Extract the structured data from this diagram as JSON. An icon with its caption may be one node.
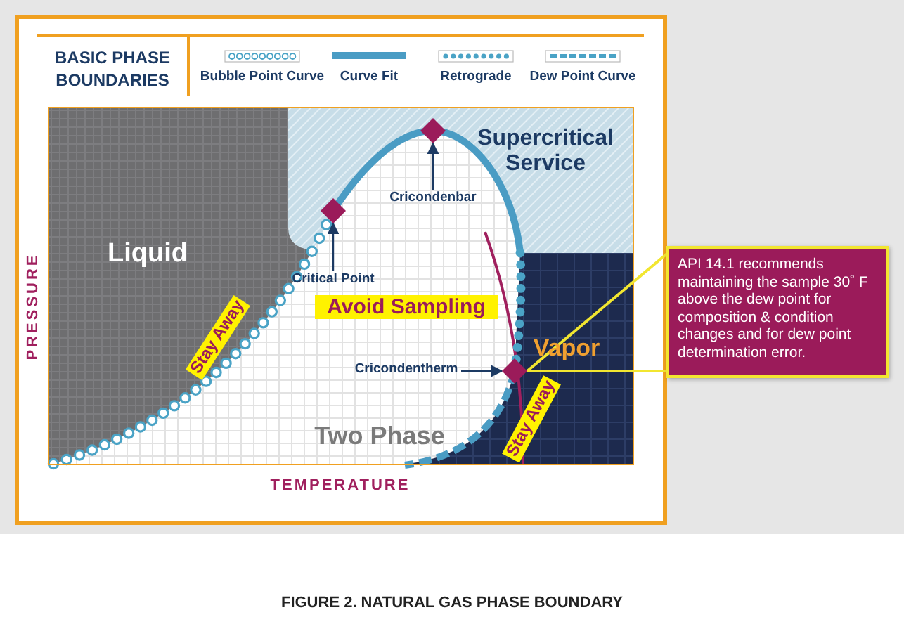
{
  "diagram": {
    "caption": "FIGURE 2. NATURAL GAS PHASE BOUNDARY",
    "nodes": [
      {
        "text": [
          "Critical Point"
        ]
      },
      {
        "text": [],
        "shape": "diamond"
      },
      {
        "text": [
          "Cricondenbar"
        ]
      },
      {
        "text": [],
        "shape": "diamond"
      },
      {
        "text": [
          "Cricondentherm"
        ]
      },
      {
        "text": [],
        "shape": "diamond"
      },
      {
        "text": [
          "API 14.1 recommends maintaining the sample 30˚ F above the dew point for composition & condition changes and for dew point determination error."
        ]
      }
    ],
    "edges": [
      {
        "from": 0,
        "to": 1,
        "arrow": "to"
      },
      {
        "from": 2,
        "to": 3,
        "arrow": "to"
      },
      {
        "from": 4,
        "to": 5,
        "arrow": "to"
      },
      {
        "from": 6,
        "to": 5,
        "arrow": "none",
        "color": "#f2e630"
      }
    ],
    "labels": [
      "BASIC PHASE BOUNDARIES",
      "Supercritical Service",
      "Liquid",
      "Avoid Sampling",
      "Vapor",
      "Stay Away",
      "Two Phase",
      "Stay Away",
      "PRESSURE",
      "TEMPERATURE"
    ],
    "legend": [
      {
        "text": "Bubble Point Curve"
      },
      {
        "text": "Curve Fit"
      },
      {
        "text": "Retrograde"
      },
      {
        "text": "Dew Point Curve"
      }
    ]
  }
}
